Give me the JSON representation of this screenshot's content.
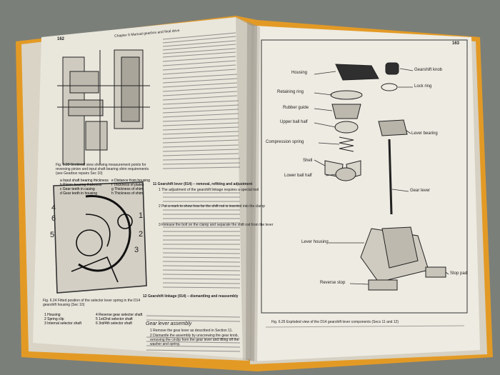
{
  "left_page": {
    "page_number": "162",
    "running_head": "Chapter 6  Manual gearbox and final drive",
    "fig_623_caption": "Fig. 6.23 Sectional view showing measurement points for reversing pinion and input shaft bearing shim requirements (see Gearbox repairs Sec 10)",
    "fig_623_key": [
      "a  Input shaft bearing thickness",
      "b  Pinion bearing thickness",
      "c  Gear teeth in casing",
      "d  Gear teeth in housing",
      "e  Distance from housing",
      "f  Thickness of plates",
      "g  Thickness of shim",
      "h  Thickness of shim"
    ],
    "fig_624_numbers": [
      "4",
      "6",
      "5",
      "1",
      "2",
      "3"
    ],
    "fig_624_caption": "Fig. 6.24 Fitted position of the selector lever spring in the D14 gearshift housing (Sec 10)",
    "fig_624_key": [
      "1  Housing",
      "2  Spring clip",
      "3  Internal selector shaft",
      "4  Reverse gear selector shaft",
      "5  1st/2nd selector shaft",
      "6  3rd/4th selector shaft"
    ],
    "section_11_heading": "11  Gearshift lever (014) – removal, refitting and adjustment",
    "section_12_heading": "12  Gearshift linkage (014) – dismantling and reassembly",
    "subheading_gear_lever": "Gear lever assembly",
    "body_text_samples": [
      "1  The adjustment of the gearshift linkage requires a special tool",
      "2  Put a mark to show how far the shift rod is inserted into the clamp",
      "3  Release the bolt on the clamp and separate the shift rod from the lever",
      "1  Remove the gear lever as described in Section 11.",
      "2  Dismantle the assembly by unscrewing the gear knob, removing the circlip from the gear lever and lifting off the washer and spring."
    ]
  },
  "right_page": {
    "page_number": "163",
    "labels_left": [
      "Housing",
      "Retaining ring",
      "Rubber guide",
      "Upper ball half",
      "Compression spring",
      "Shell",
      "Lower ball half",
      "Lever housing",
      "Reverse stop"
    ],
    "labels_right": [
      "Gearshift knob",
      "Lock ring",
      "Lever bearing",
      "Gear lever",
      "Stop pad"
    ],
    "fig_625_caption": "Fig. 6.25 Exploded view of the D14 gearshift lever components (Secs 11 and 12)"
  }
}
